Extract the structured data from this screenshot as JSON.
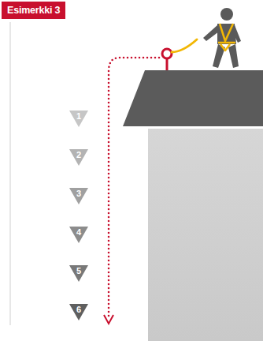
{
  "diagram": {
    "title": "Esimerkki 3",
    "nodes": [
      {
        "text": [
          "1"
        ]
      },
      {
        "text": [
          "2"
        ]
      },
      {
        "text": [
          "3"
        ]
      },
      {
        "text": [
          "4"
        ]
      },
      {
        "text": [
          "5"
        ]
      },
      {
        "text": [
          "6"
        ]
      }
    ]
  }
}
